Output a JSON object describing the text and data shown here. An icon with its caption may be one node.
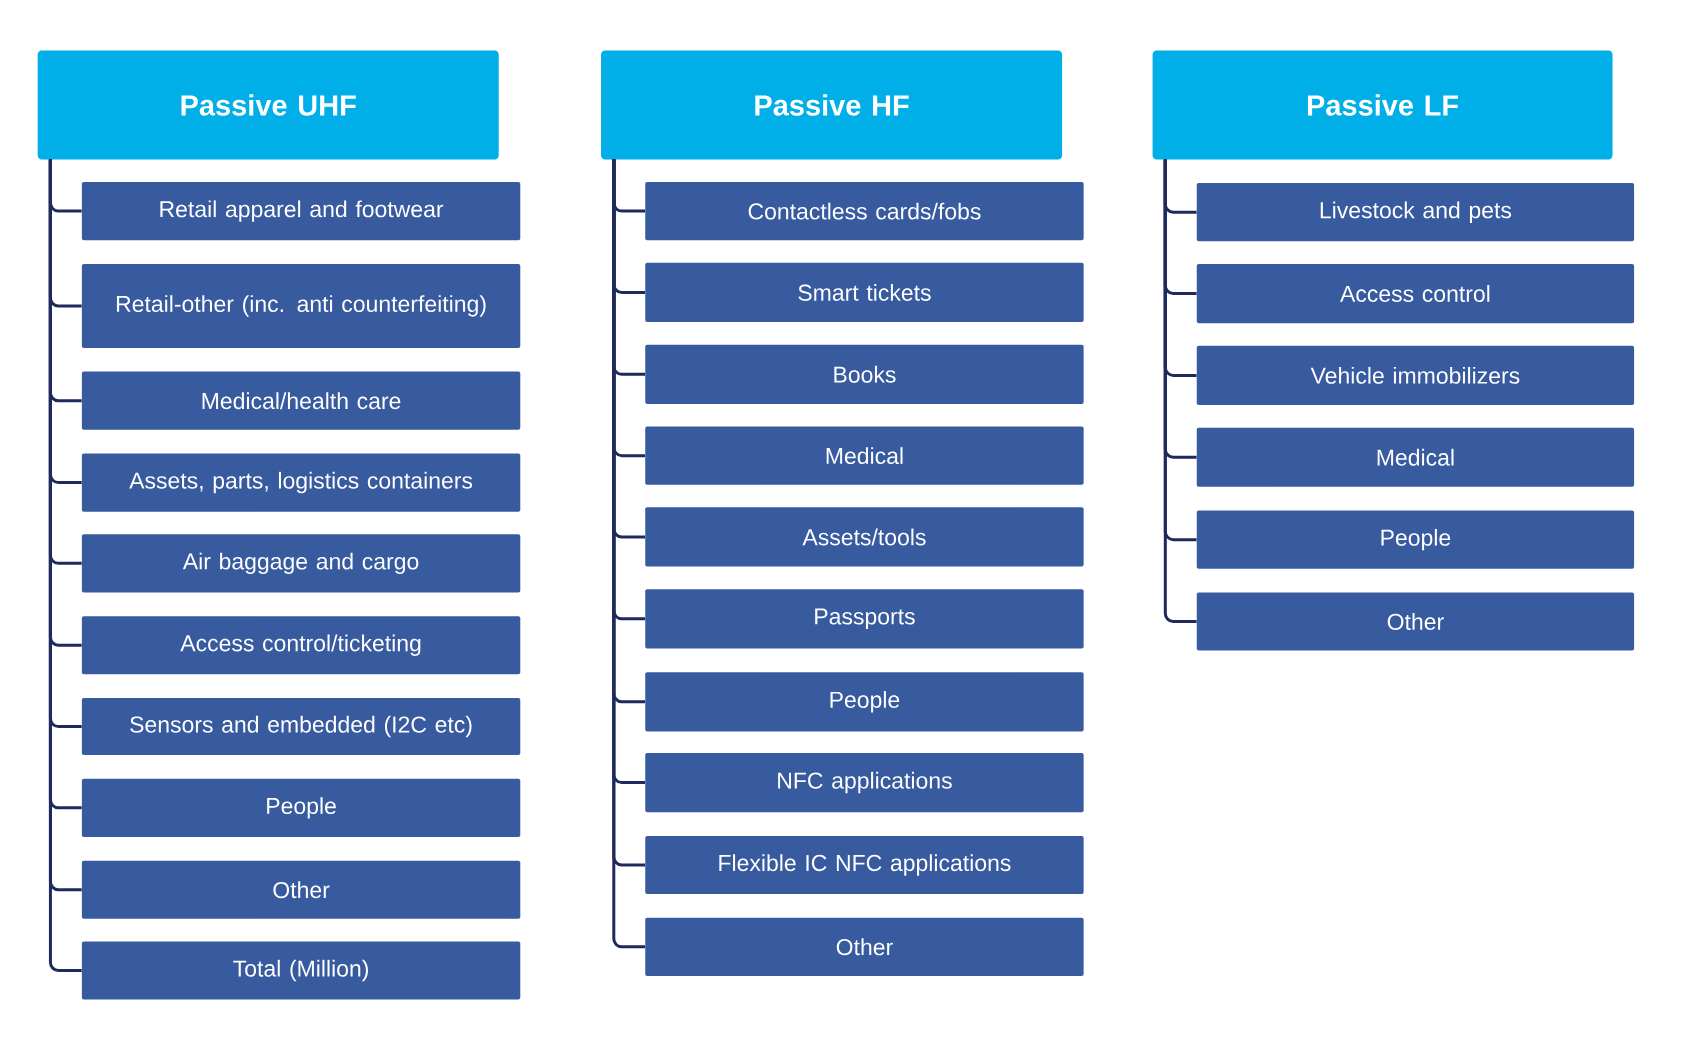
{
  "diagram": {
    "nodes": [
      {
        "text": [
          "Passive UHF"
        ]
      },
      {
        "text": [
          "Retail apparel and footwear"
        ]
      },
      {
        "text": [
          "Retail-other (inc. anti counterfeiting)"
        ]
      },
      {
        "text": [
          "Medical/health care"
        ]
      },
      {
        "text": [
          "Assets, parts, logistics containers"
        ]
      },
      {
        "text": [
          "Air baggage and cargo"
        ]
      },
      {
        "text": [
          "Access control/ticketing"
        ]
      },
      {
        "text": [
          "Sensors and embedded (I2C etc)"
        ]
      },
      {
        "text": [
          "People"
        ]
      },
      {
        "text": [
          "Other"
        ]
      },
      {
        "text": [
          "Total (Million)"
        ]
      },
      {
        "text": [
          "Passive HF"
        ]
      },
      {
        "text": [
          "Contactless cards/fobs"
        ]
      },
      {
        "text": [
          "Smart tickets"
        ]
      },
      {
        "text": [
          "Books"
        ]
      },
      {
        "text": [
          "Medical"
        ]
      },
      {
        "text": [
          "Assets/tools"
        ]
      },
      {
        "text": [
          "Passports"
        ]
      },
      {
        "text": [
          "People"
        ]
      },
      {
        "text": [
          "NFC applications"
        ]
      },
      {
        "text": [
          "Flexible IC NFC applications"
        ]
      },
      {
        "text": [
          "Other"
        ]
      },
      {
        "text": [
          "Passive LF"
        ]
      },
      {
        "text": [
          "Livestock and pets"
        ]
      },
      {
        "text": [
          "Access control"
        ]
      },
      {
        "text": [
          "Vehicle immobilizers"
        ]
      },
      {
        "text": [
          "Medical"
        ]
      },
      {
        "text": [
          "People"
        ]
      },
      {
        "text": [
          "Other"
        ]
      }
    ],
    "edges": [
      {
        "from": 0,
        "to": 1,
        "arrow": "none"
      },
      {
        "from": 0,
        "to": 2,
        "arrow": "none"
      },
      {
        "from": 0,
        "to": 3,
        "arrow": "none"
      },
      {
        "from": 0,
        "to": 4,
        "arrow": "none"
      },
      {
        "from": 0,
        "to": 5,
        "arrow": "none"
      },
      {
        "from": 0,
        "to": 6,
        "arrow": "none"
      },
      {
        "from": 0,
        "to": 7,
        "arrow": "none"
      },
      {
        "from": 0,
        "to": 8,
        "arrow": "none"
      },
      {
        "from": 0,
        "to": 9,
        "arrow": "none"
      },
      {
        "from": 0,
        "to": 10,
        "arrow": "none"
      },
      {
        "from": 11,
        "to": 12,
        "arrow": "none"
      },
      {
        "from": 11,
        "to": 13,
        "arrow": "none"
      },
      {
        "from": 11,
        "to": 14,
        "arrow": "none"
      },
      {
        "from": 11,
        "to": 15,
        "arrow": "none"
      },
      {
        "from": 11,
        "to": 16,
        "arrow": "none"
      },
      {
        "from": 11,
        "to": 17,
        "arrow": "none"
      },
      {
        "from": 11,
        "to": 18,
        "arrow": "none"
      },
      {
        "from": 11,
        "to": 19,
        "arrow": "none"
      },
      {
        "from": 11,
        "to": 20,
        "arrow": "none"
      },
      {
        "from": 11,
        "to": 21,
        "arrow": "none"
      },
      {
        "from": 22,
        "to": 23,
        "arrow": "none"
      },
      {
        "from": 22,
        "to": 24,
        "arrow": "none"
      },
      {
        "from": 22,
        "to": 25,
        "arrow": "none"
      },
      {
        "from": 22,
        "to": 26,
        "arrow": "none"
      },
      {
        "from": 22,
        "to": 27,
        "arrow": "none"
      },
      {
        "from": 22,
        "to": 28,
        "arrow": "none"
      }
    ]
  }
}
